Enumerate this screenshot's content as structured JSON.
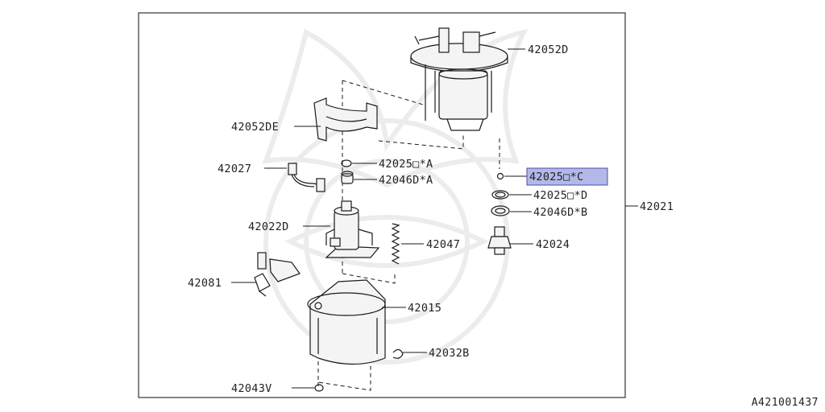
{
  "labels": {
    "l42052D": "42052D",
    "l42052DE": "42052DE",
    "l42025A": "42025□*A",
    "l42046A": "42046D*A",
    "l42027": "42027",
    "l42022D": "42022D",
    "l42047": "42047",
    "l42081": "42081",
    "l42015": "42015",
    "l42032B": "42032B",
    "l42043V": "42043V",
    "l42025C": "42025□*C",
    "l42025D": "42025□*D",
    "l42046B": "42046D*B",
    "l42024": "42024",
    "l42021": "42021"
  },
  "reference_code": "A421001437",
  "colors": {
    "highlight_fill": "#b3b8e8",
    "highlight_stroke": "#4a4fa8",
    "frame": "#333333"
  }
}
